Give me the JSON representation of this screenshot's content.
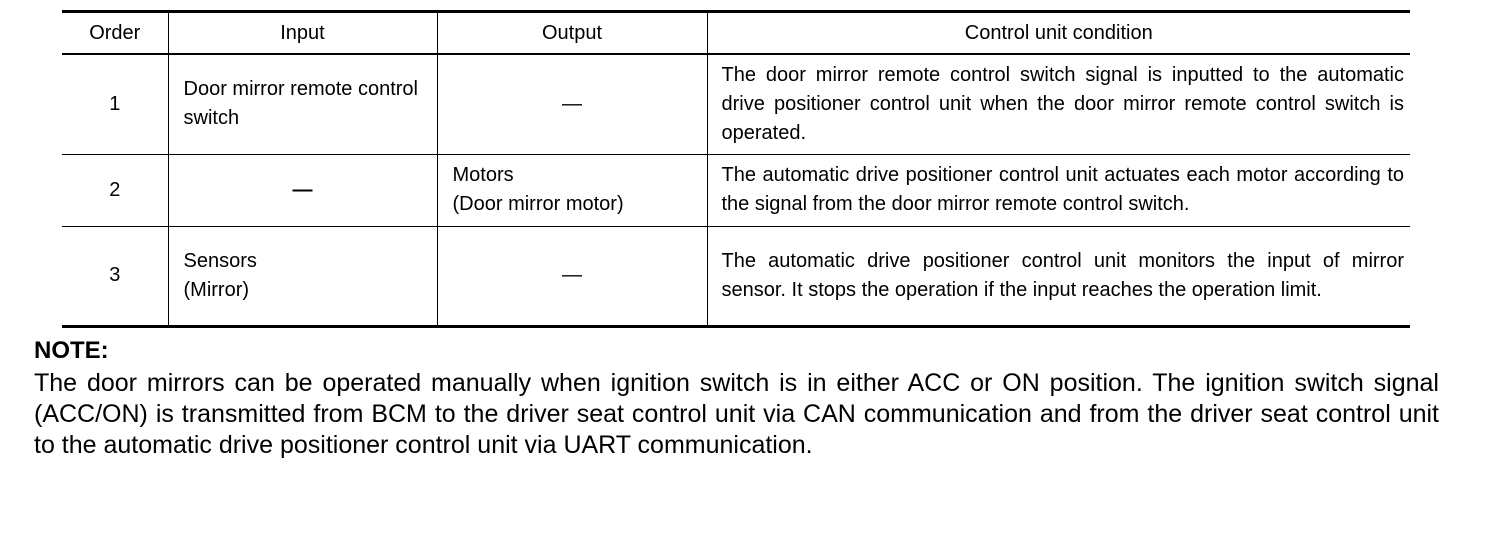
{
  "table": {
    "headers": [
      "Order",
      "Input",
      "Output",
      "Control unit condition"
    ],
    "rows": [
      {
        "order": "1",
        "input": "Door mirror remote control switch",
        "output": "—",
        "condition": "The door mirror remote control switch signal is inputted to the automatic drive positioner control unit when the door mirror remote control switch is operated."
      },
      {
        "order": "2",
        "input": "—",
        "output_line1": "Motors",
        "output_line2": "(Door mirror motor)",
        "condition": "The automatic drive positioner control unit actuates each motor according to the signal from the door mirror remote control switch."
      },
      {
        "order": "3",
        "input_line1": "Sensors",
        "input_line2": "(Mirror)",
        "output": "—",
        "condition": "The automatic drive positioner control unit monitors the input of mirror sensor. It stops the operation if the input reaches the operation limit."
      }
    ]
  },
  "note": {
    "title": "NOTE:",
    "text": "The door mirrors can be operated manually when ignition switch is in either ACC or ON position. The ignition switch signal (ACC/ON) is transmitted from BCM to the driver seat control unit via CAN communication and from the driver seat control unit to the automatic drive positioner control unit via UART communication."
  }
}
